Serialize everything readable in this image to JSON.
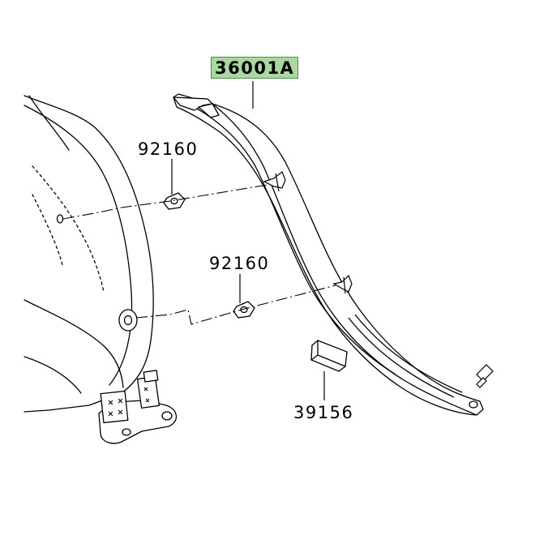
{
  "parts": {
    "main_part_number": "36001A",
    "clip_upper": "92160",
    "clip_lower": "92160",
    "pad": "39156"
  },
  "colors": {
    "highlight_fill": "#a9d8a0",
    "highlight_border": "#4e8f4a",
    "line": "#000000",
    "fender_fill": "#ffffff"
  }
}
